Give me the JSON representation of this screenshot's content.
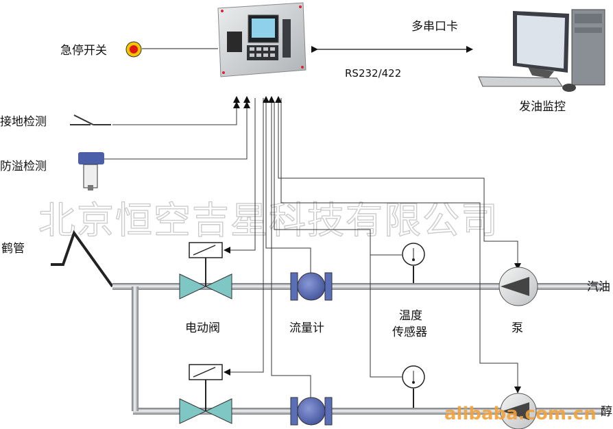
{
  "labels": {
    "emergency_stop": "急停开关",
    "multi_serial_card": "多串口卡",
    "rs232": "RS232/422",
    "monitor": "发油监控",
    "grounding": "接地检测",
    "overflow": "防溢检测",
    "crane_pipe": "鹤管",
    "gasoline": "汽油",
    "methanol": "醇",
    "electric_valve": "电动阀",
    "flowmeter": "流量计",
    "temp_sensor_line1": "温度",
    "temp_sensor_line2": "传感器",
    "pump": "泵"
  },
  "watermark": "北京恒空吉星科技有限公司",
  "site_watermark": "alibaba.com.cn",
  "colors": {
    "pipe": "#9a9ea3",
    "valve": "#7fc7c4",
    "flowmeter": "#5a6fb8",
    "stop_button": "#e01515",
    "stop_ring": "#f5c400"
  }
}
